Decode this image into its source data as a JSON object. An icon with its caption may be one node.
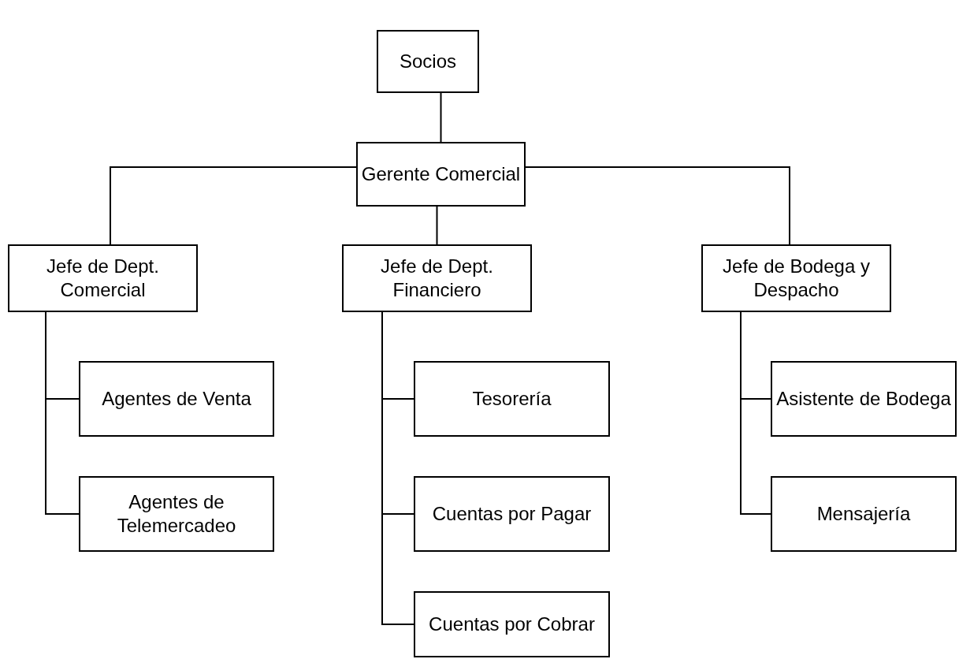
{
  "diagram": {
    "nodes": [
      {
        "text": [
          "Socios"
        ]
      },
      {
        "text": [
          "Gerente Comercial"
        ]
      },
      {
        "text": [
          "Jefe de Dept. Comercial"
        ]
      },
      {
        "text": [
          "Jefe de Dept. Financiero"
        ]
      },
      {
        "text": [
          "Jefe de Bodega y Despacho"
        ]
      },
      {
        "text": [
          "Agentes de Venta"
        ]
      },
      {
        "text": [
          "Agentes de Telemercadeo"
        ]
      },
      {
        "text": [
          "Tesorería"
        ]
      },
      {
        "text": [
          "Cuentas por Pagar"
        ]
      },
      {
        "text": [
          "Cuentas por Cobrar"
        ]
      },
      {
        "text": [
          "Asistente de Bodega"
        ]
      },
      {
        "text": [
          "Mensajería"
        ]
      }
    ],
    "edges": [
      {
        "from": 0,
        "to": 1,
        "arrow": "none"
      },
      {
        "from": 1,
        "to": 2,
        "arrow": "none"
      },
      {
        "from": 1,
        "to": 3,
        "arrow": "none"
      },
      {
        "from": 1,
        "to": 4,
        "arrow": "none"
      },
      {
        "from": 2,
        "to": 5,
        "arrow": "none"
      },
      {
        "from": 2,
        "to": 6,
        "arrow": "none"
      },
      {
        "from": 3,
        "to": 7,
        "arrow": "none"
      },
      {
        "from": 3,
        "to": 8,
        "arrow": "none"
      },
      {
        "from": 3,
        "to": 9,
        "arrow": "none"
      },
      {
        "from": 4,
        "to": 10,
        "arrow": "none"
      },
      {
        "from": 4,
        "to": 11,
        "arrow": "none"
      }
    ]
  }
}
